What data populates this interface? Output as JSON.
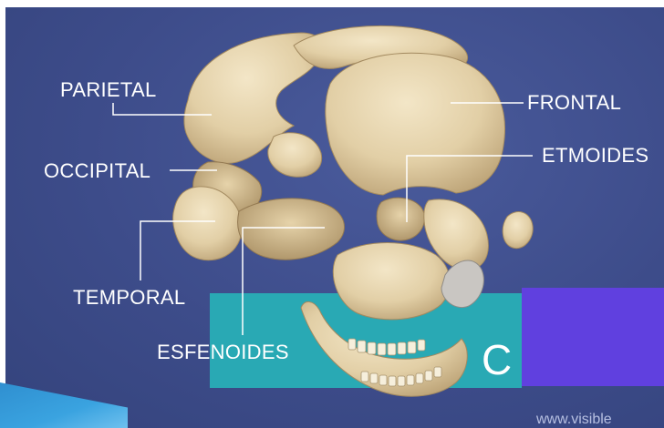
{
  "labels": {
    "parietal": "PARIETAL",
    "frontal": "FRONTAL",
    "occipital": "OCCIPITAL",
    "etmoides": "ETMOIDES",
    "temporal": "TEMPORAL",
    "esfenoides": "ESFENOIDES"
  },
  "panel_letter": "C",
  "watermark": "www.visible",
  "colors": {
    "background": "#3e4d8c",
    "bone": "#e9d8b4",
    "teal_band": "#29a9b4",
    "purple_band": "#6040df",
    "label_text": "#ffffff"
  }
}
